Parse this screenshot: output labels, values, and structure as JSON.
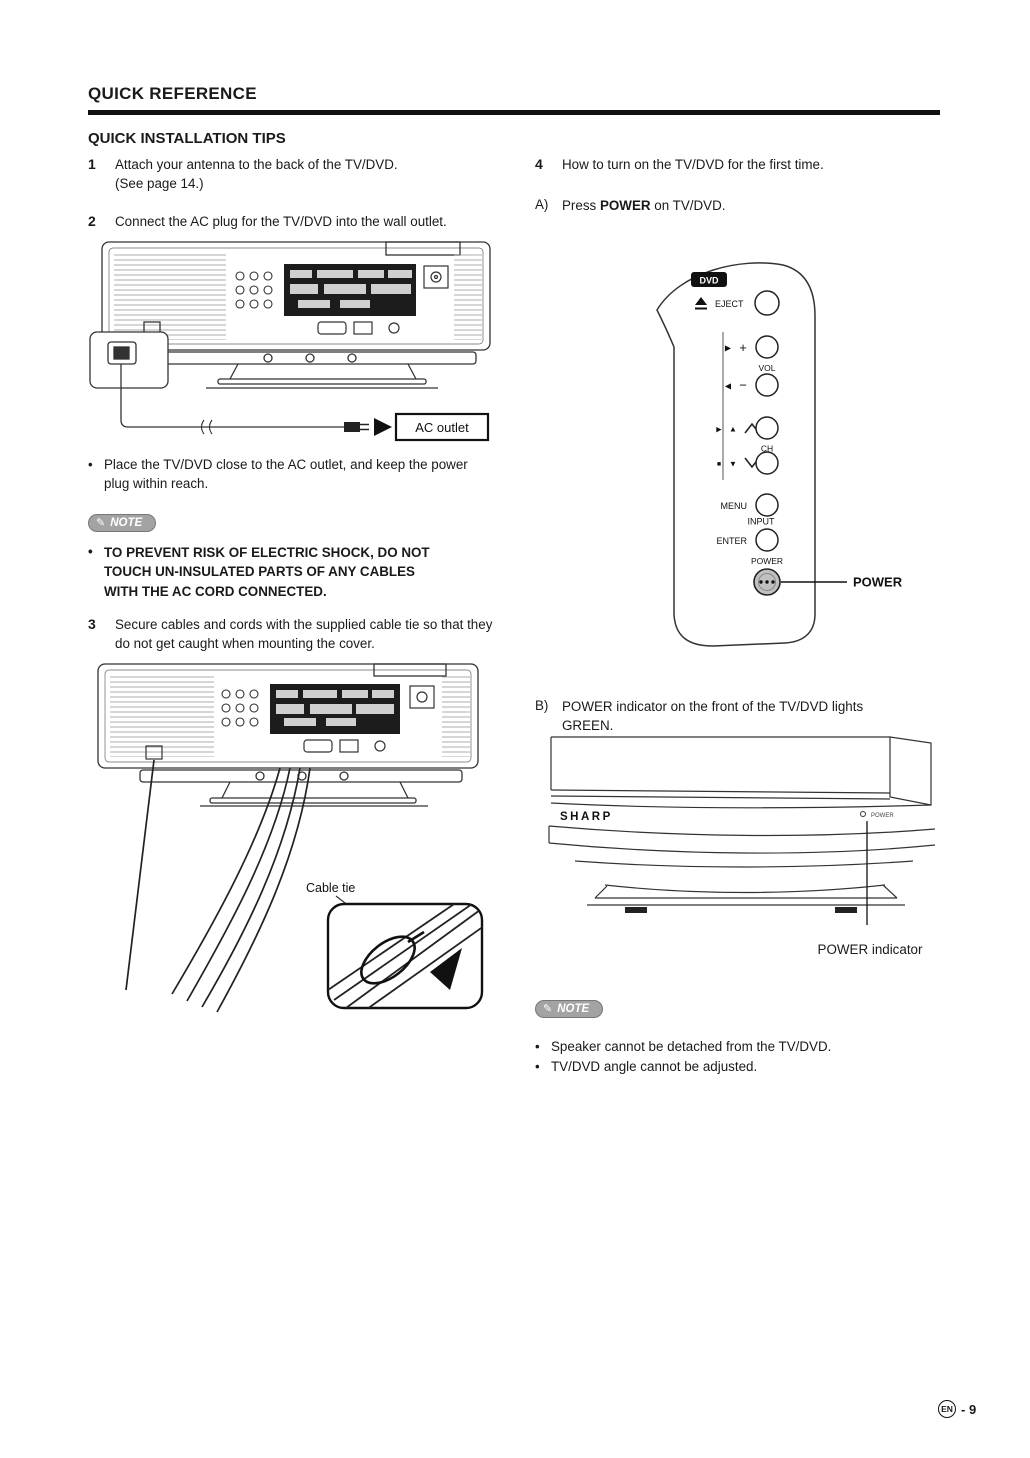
{
  "icons": {
    "note": "✎",
    "play": "▶",
    "reverse": "◀",
    "up": "▲",
    "down": "▼",
    "stop": "■",
    "plus": "+",
    "minus": "−"
  },
  "header": {
    "title": "QUICK REFERENCE",
    "section": "QUICK INSTALLATION TIPS"
  },
  "steps": {
    "s1": {
      "num": "1",
      "line1": "Attach your antenna to the back of the TV/DVD.",
      "line2": "(See page 14.)"
    },
    "s2": {
      "num": "2",
      "text": "Connect the AC plug for the TV/DVD into the wall outlet."
    },
    "s3": {
      "num": "3",
      "text": "Secure cables and cords with the supplied cable tie so that they do not get caught when mounting the cover."
    },
    "s4": {
      "num": "4",
      "text": "How to turn on the TV/DVD for the first time."
    }
  },
  "left": {
    "ac_outlet_label": "AC outlet",
    "place_bullet": "Place the TV/DVD close to the AC outlet, and keep the power plug within reach.",
    "note_label": "NOTE",
    "warning": "TO PREVENT RISK OF ELECTRIC SHOCK, DO NOT TOUCH UN-INSULATED PARTS OF ANY CABLES WITH THE AC CORD CONNECTED.",
    "cable_tie_label": "Cable tie"
  },
  "right": {
    "a_label": "A)",
    "a_pre": "Press ",
    "a_bold": "POWER",
    "a_post": " on TV/DVD.",
    "b_label": "B)",
    "b_text": "POWER indicator on the front of the TV/DVD lights GREEN.",
    "power_callout": "POWER",
    "indicator_label": "POWER indicator",
    "note_label": "NOTE",
    "bullets": [
      "Speaker cannot be detached from the TV/DVD.",
      "TV/DVD angle cannot be adjusted."
    ]
  },
  "panel": {
    "dvd_badge": "DVD",
    "eject": "EJECT",
    "vol": "VOL",
    "ch": "CH",
    "menu": "MENU",
    "input": "INPUT",
    "enter": "ENTER",
    "power": "POWER"
  },
  "front": {
    "brand": "SHARP",
    "power_small": "POWER"
  },
  "footer": {
    "lang": "EN",
    "page": "- 9"
  }
}
